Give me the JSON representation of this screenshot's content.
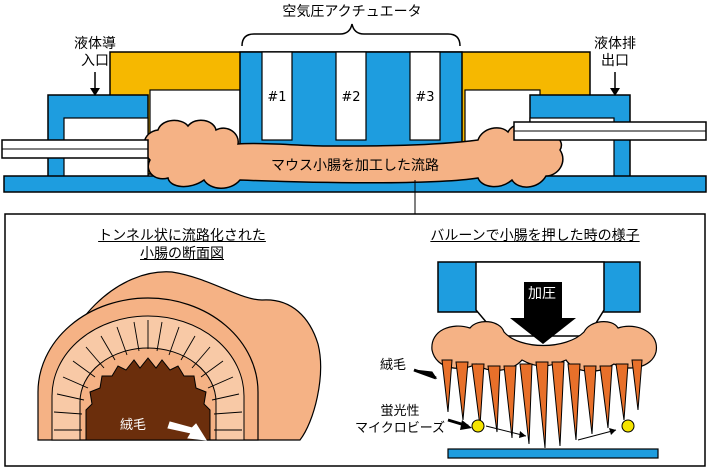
{
  "top_diagram": {
    "actuator_label": "空気圧アクチュエータ",
    "chambers": [
      "#1",
      "#2",
      "#3"
    ],
    "inlet_label": [
      "液体導",
      "入口"
    ],
    "outlet_label": [
      "液体排",
      "出口"
    ],
    "channel_label": "マウス小腸を加工した流路"
  },
  "left_panel": {
    "title": [
      "トンネル状に流路化された",
      "小腸の断面図"
    ],
    "villi_label": "絨毛"
  },
  "right_panel": {
    "title": "バルーンで小腸を押した時の様子",
    "pressure_label": "加圧",
    "villi_label": "絨毛",
    "beads_label": [
      "蛍光性",
      "マイクロビーズ"
    ]
  },
  "colors": {
    "device_blue": "#1e9ddf",
    "frame_yellow": "#f6b800",
    "tissue_orange": "#f5b285",
    "villi_orange": "#e8702a",
    "lumen_brown": "#6b2e0c",
    "bead_yellow": "#f5e400"
  }
}
